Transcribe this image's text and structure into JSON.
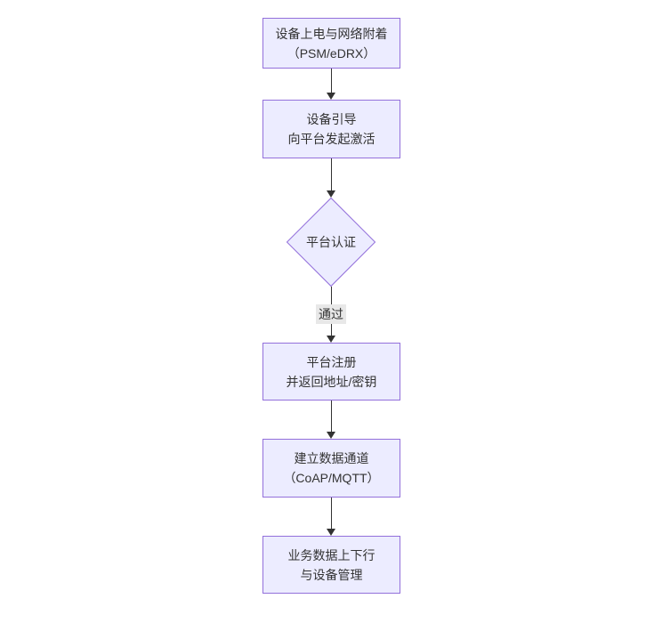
{
  "diagram": {
    "type": "flowchart",
    "direction": "top-down",
    "colors": {
      "canvas_bg": "#ffffff",
      "node_fill": "#ECECFF",
      "node_border": "#9370DB",
      "line_color": "#333333",
      "text_color": "#333333",
      "edge_label_bg": "#e8e8e8"
    },
    "nodes": [
      {
        "id": "power-attach",
        "shape": "rect",
        "lines": [
          "设备上电与网络附着",
          "（PSM/eDRX）"
        ]
      },
      {
        "id": "bootstrap",
        "shape": "rect",
        "lines": [
          "设备引导",
          "向平台发起激活"
        ]
      },
      {
        "id": "platform-auth",
        "shape": "diamond",
        "lines": [
          "平台认证"
        ]
      },
      {
        "id": "platform-register",
        "shape": "rect",
        "lines": [
          "平台注册",
          "并返回地址/密钥"
        ]
      },
      {
        "id": "data-channel",
        "shape": "rect",
        "lines": [
          "建立数据通道",
          "（CoAP/MQTT）"
        ]
      },
      {
        "id": "business-data",
        "shape": "rect",
        "lines": [
          "业务数据上下行",
          "与设备管理"
        ]
      }
    ],
    "edges": [
      {
        "from": "power-attach",
        "to": "bootstrap",
        "label": ""
      },
      {
        "from": "bootstrap",
        "to": "platform-auth",
        "label": ""
      },
      {
        "from": "platform-auth",
        "to": "platform-register",
        "label": "通过"
      },
      {
        "from": "platform-register",
        "to": "data-channel",
        "label": ""
      },
      {
        "from": "data-channel",
        "to": "business-data",
        "label": ""
      }
    ]
  }
}
